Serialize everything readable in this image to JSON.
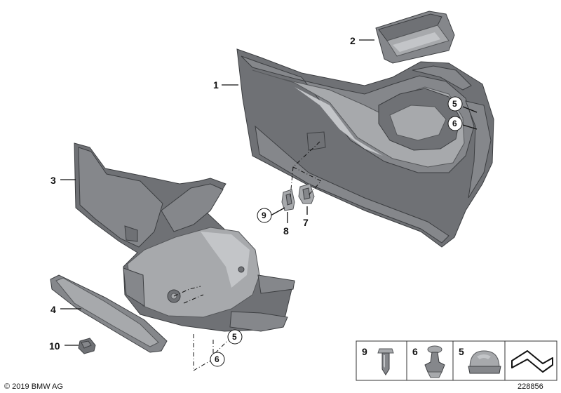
{
  "callouts": {
    "c1": "1",
    "c2": "2",
    "c3": "3",
    "c4": "4",
    "c5a": "5",
    "c6a": "6",
    "c7": "7",
    "c8": "8",
    "c9": "9",
    "c5b": "5",
    "c6b": "6",
    "c10": "10"
  },
  "legend": {
    "items": [
      "9",
      "6",
      "5"
    ],
    "icon": "trim-panel-symbol-icon"
  },
  "footer": {
    "copyright": "© 2019 BMW AG",
    "diagram_number": "228856"
  }
}
